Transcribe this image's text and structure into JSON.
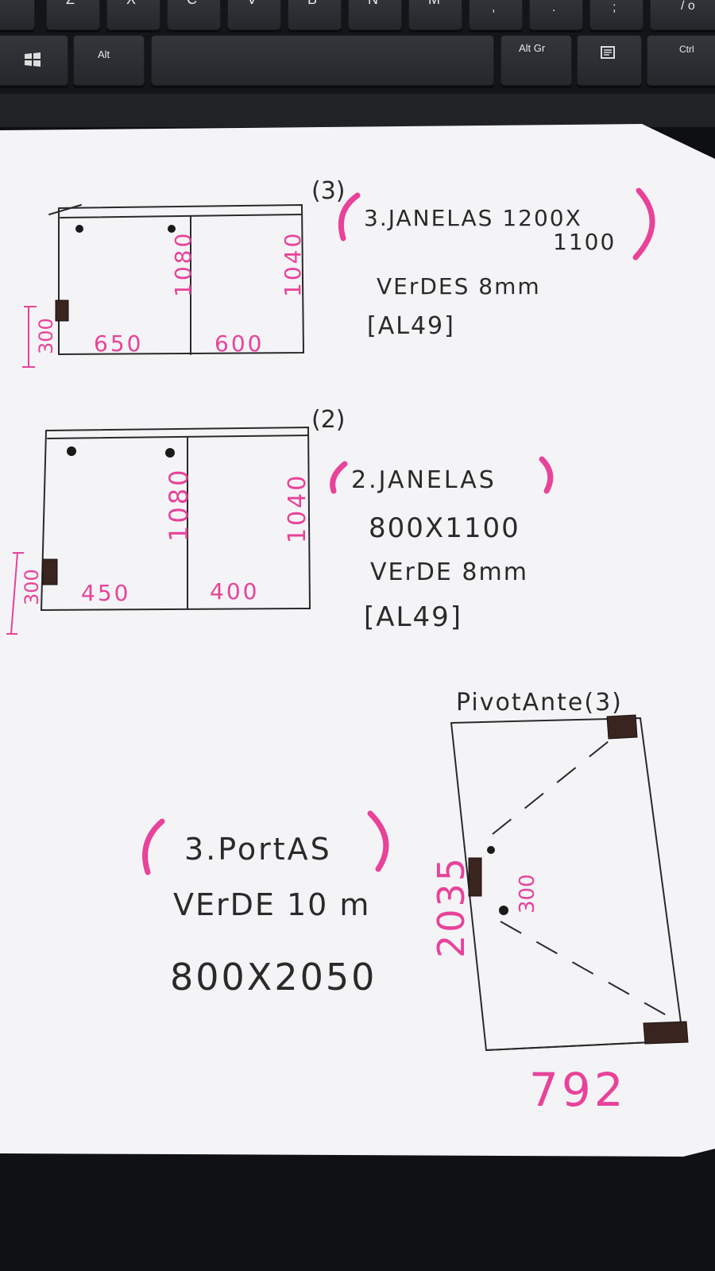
{
  "keyboard": {
    "top_row": [
      "Z",
      "X",
      "C",
      "V",
      "B",
      "N",
      "M",
      ",",
      ".",
      ";",
      "/ o"
    ],
    "alt": "Alt",
    "alt_gr": "Alt Gr",
    "ctrl": "Ctrl",
    "windows_key": "windows-logo-icon",
    "menu_key": "menu-icon"
  },
  "ink_colors": {
    "black": "#2a2a2a",
    "pink": "#e8429a",
    "marker": "#3a2420"
  },
  "window1": {
    "count": "(3)",
    "left_width": "650",
    "right_width": "600",
    "left_height": "1080",
    "right_height": "1040",
    "handle_height": "300",
    "note_title": "3.JANELAS 1200X",
    "note_title2": "1100",
    "glass": "VErDES 8mm",
    "profile": "[AL49]"
  },
  "window2": {
    "count": "(2)",
    "left_width": "450",
    "right_width": "400",
    "left_height": "1080",
    "right_height": "1040",
    "handle_height": "300",
    "note_title": "2.JANELAS",
    "size": "800X1100",
    "glass": "VErDE 8mm",
    "profile": "[AL49]"
  },
  "door": {
    "label": "PivotAnte(3)",
    "height": "2035",
    "width": "792",
    "handle_height": "300",
    "note_title": "3.PortAS",
    "glass": "VErDE 10 m",
    "size": "800X2050"
  }
}
